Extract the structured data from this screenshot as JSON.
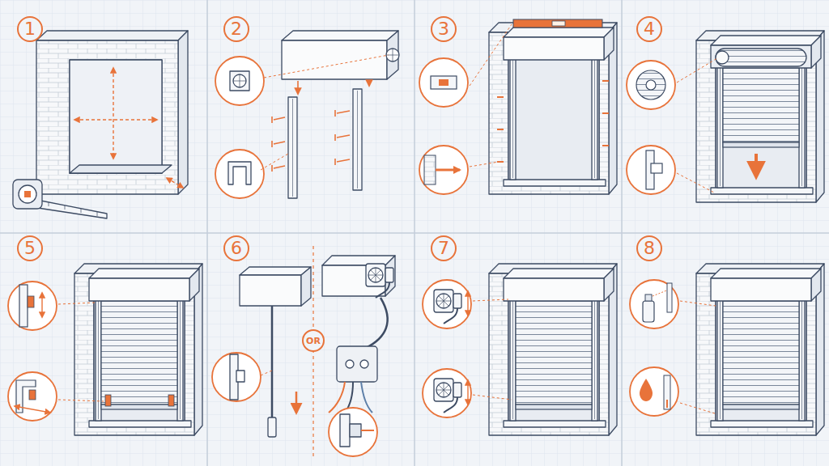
{
  "diagram": {
    "nodes": [
      {
        "text": [
          "1"
        ]
      },
      {
        "text": [
          "2"
        ]
      },
      {
        "text": [
          "3"
        ]
      },
      {
        "text": [
          "4"
        ]
      },
      {
        "text": [
          "5"
        ]
      },
      {
        "text": [
          "6"
        ]
      },
      {
        "text": [
          "OR"
        ]
      },
      {
        "text": [
          "7"
        ]
      },
      {
        "text": [
          "8"
        ]
      }
    ]
  }
}
